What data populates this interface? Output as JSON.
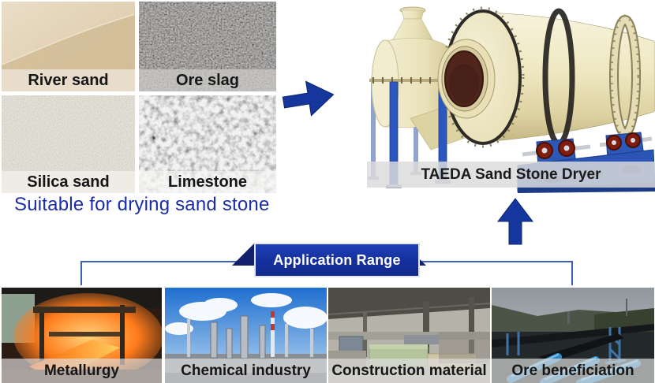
{
  "materials": {
    "headline": "Suitable for drying sand stone",
    "items": [
      {
        "label": "River sand"
      },
      {
        "label": "Ore slag"
      },
      {
        "label": "Silica sand"
      },
      {
        "label": "Limestone"
      }
    ]
  },
  "dryer": {
    "label": "TAEDA Sand Stone Dryer"
  },
  "application": {
    "banner_label": "Application Range",
    "items": [
      {
        "label": "Metallurgy"
      },
      {
        "label": "Chemical industry"
      },
      {
        "label": "Construction material"
      },
      {
        "label": "Ore beneficiation"
      }
    ]
  },
  "colors": {
    "arrow_blue": "#15369C",
    "headline_blue": "#1B2DA8",
    "banner_blue": "#1634A8",
    "banner_wing_navy": "#13206B",
    "connector_blue": "#3C60B4",
    "machine_cream": "#EDE6C2",
    "machine_opening_brown": "#50251C",
    "stand_blue": "#2C58B8",
    "roller_red": "#7E1D10",
    "label_band_gray": "#DBDBDB"
  }
}
